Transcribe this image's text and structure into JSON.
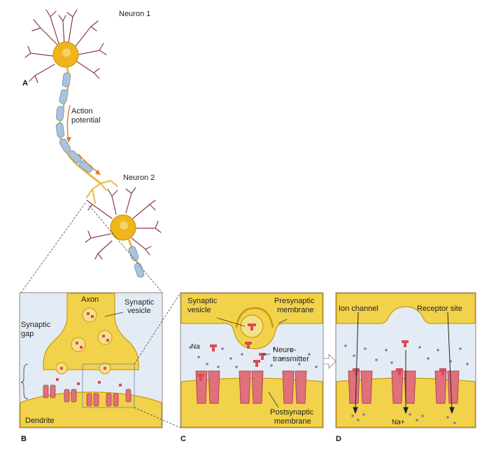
{
  "labels": {
    "neuron1": "Neuron 1",
    "neuron2": "Neuron 2",
    "action_potential_line1": "Action",
    "action_potential_line2": "potential",
    "axon": "Axon",
    "synaptic_vesicle_b_line1": "Synaptic",
    "synaptic_vesicle_b_line2": "vesicle",
    "synaptic_gap_line1": "Synaptic",
    "synaptic_gap_line2": "gap",
    "dendrite": "Dendrite",
    "synaptic_vesicle_c_line1": "Synaptic",
    "synaptic_vesicle_c_line2": "vesicle",
    "presynaptic_line1": "Presynaptic",
    "presynaptic_line2": "membrane",
    "na_c": "Na",
    "neurotransmitter_line1": "Neuro-",
    "neurotransmitter_line2": "transmitter",
    "postsynaptic_line1": "Postsynaptic",
    "postsynaptic_line2": "membrane",
    "ion_channel": "Ion channel",
    "receptor_site": "Receptor site",
    "na_plus_d": "Na+"
  },
  "panels": {
    "a": "A",
    "b": "B",
    "c": "C",
    "d": "D"
  },
  "colors": {
    "neuron_body": "#f0b41c",
    "neuron_dendrite": "#8a3a4a",
    "myelin": "#a9c3dc",
    "cytoplasm": "#f2d24a",
    "membrane_edge": "#c99a10",
    "cleft": "#e3ecf5",
    "receptor": "#e0707a",
    "vesicle": "#f5e08a",
    "ion_dot": "#8e74b0",
    "arrow": "#e07a20"
  },
  "icons": {
    "forward_arrow": "arrow-right-icon"
  }
}
